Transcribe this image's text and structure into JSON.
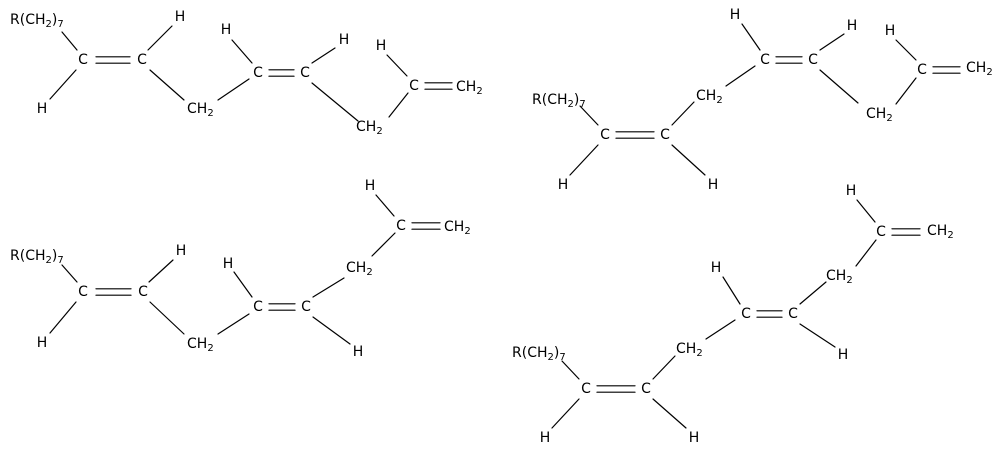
{
  "labels": {
    "chain": "R(CH",
    "chain_close": ")",
    "chain_sub": "2",
    "chain_count": "7",
    "carbon": "C",
    "hydrogen": "H",
    "methylene": "CH",
    "methylene_sub": "2"
  },
  "structures": [
    {
      "name": "structure-top-left"
    },
    {
      "name": "structure-top-right"
    },
    {
      "name": "structure-bottom-left"
    },
    {
      "name": "structure-bottom-right"
    }
  ],
  "colors": {
    "ink": "#000000",
    "background": "#ffffff"
  }
}
